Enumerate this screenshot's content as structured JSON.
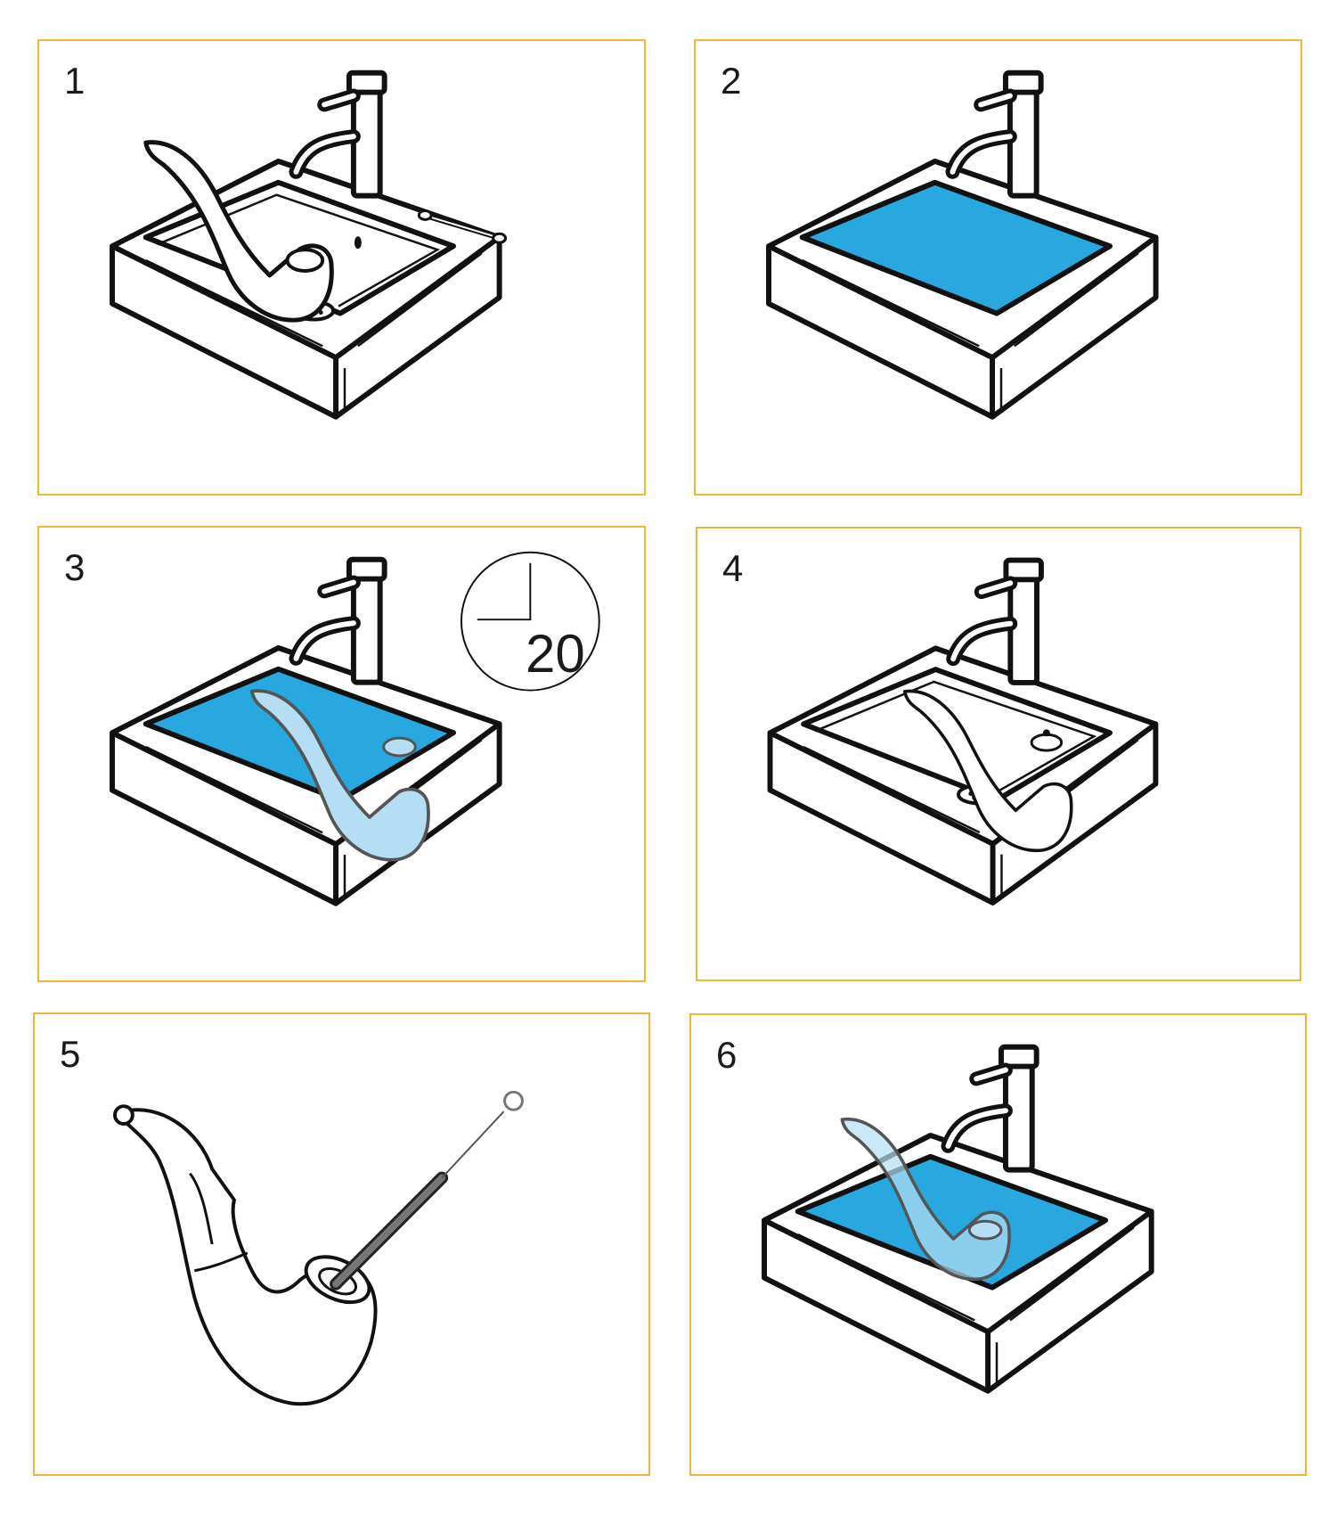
{
  "colors": {
    "frame_border": "#f2b636",
    "water": "#29a8e0",
    "pipe_submerged": "#b5def4",
    "outline": "#111111"
  },
  "icons": [
    "sink",
    "faucet",
    "tobacco-pipe",
    "drain",
    "cotton-swab",
    "clock-timer",
    "pipe-cleaner-brush"
  ],
  "steps": [
    {
      "number": "1"
    },
    {
      "number": "2"
    },
    {
      "number": "3",
      "timer": "20"
    },
    {
      "number": "4"
    },
    {
      "number": "5"
    },
    {
      "number": "6"
    }
  ]
}
